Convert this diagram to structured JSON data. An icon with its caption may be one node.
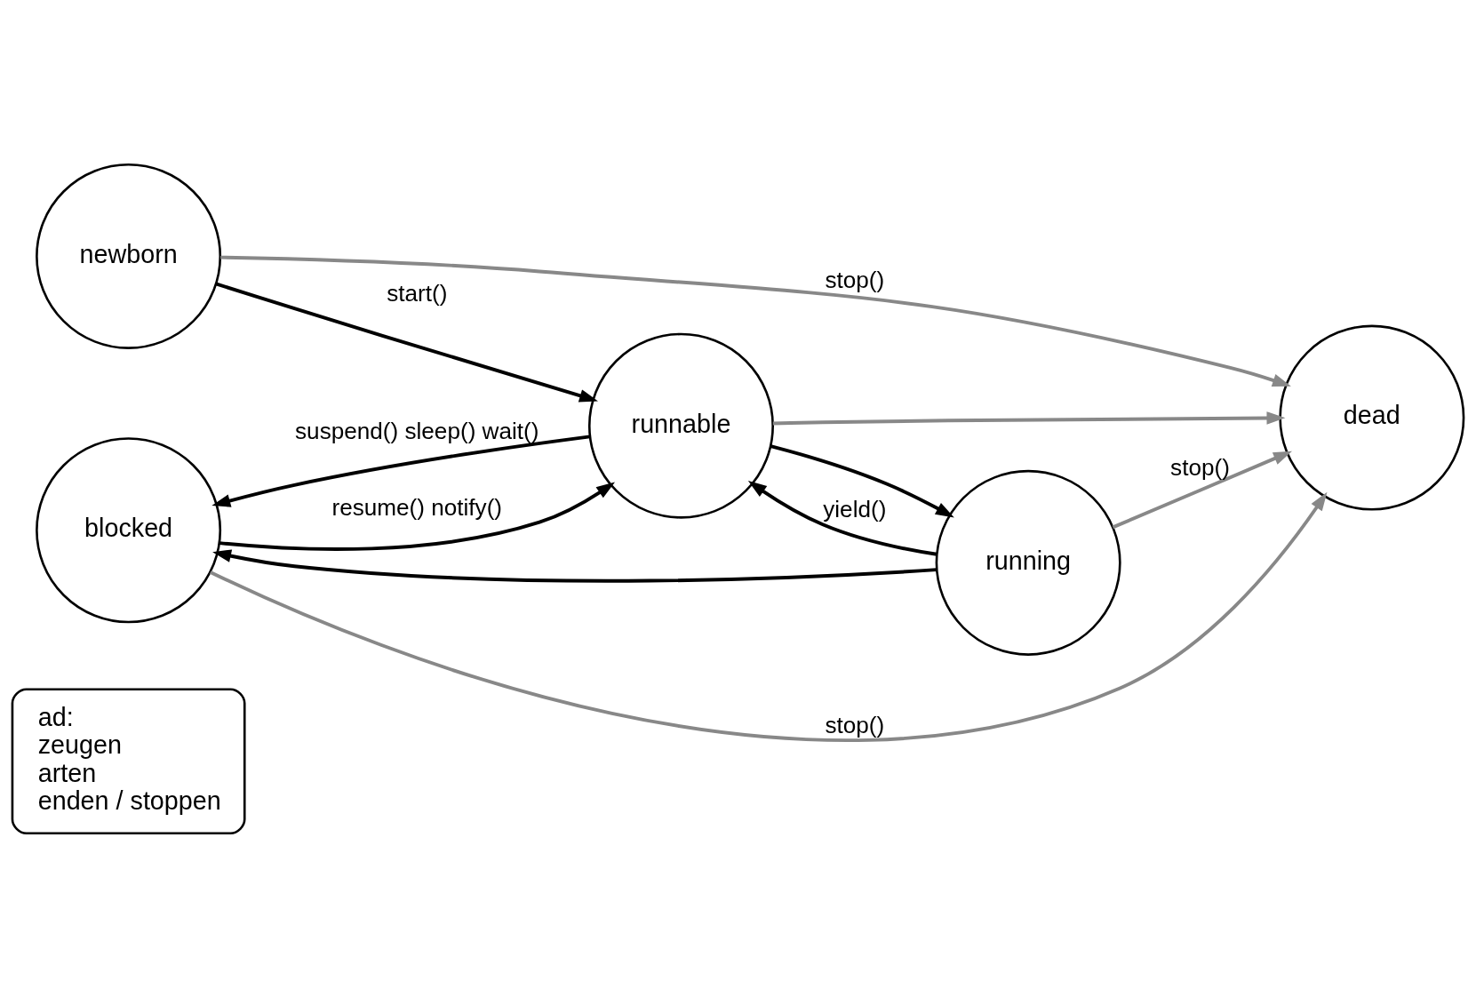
{
  "diagram": {
    "nodes": [
      {
        "text": [
          "ad:",
          "zeugen",
          "arten",
          "enden / stoppen"
        ]
      },
      {
        "text": [
          "blocked"
        ]
      },
      {
        "text": [
          "dead"
        ]
      },
      {
        "text": [
          "newborn"
        ]
      },
      {
        "text": [
          "runnable"
        ]
      },
      {
        "text": [
          "running"
        ]
      }
    ],
    "edges": [
      {
        "from": 1,
        "to": 2,
        "arrow": "to",
        "label": "stop()",
        "color": "#888888"
      },
      {
        "from": 3,
        "to": 2,
        "arrow": "to",
        "label": "stop()",
        "color": "#888888"
      },
      {
        "from": 4,
        "to": 2,
        "arrow": "to",
        "color": "#888888"
      },
      {
        "from": 5,
        "to": 2,
        "arrow": "to",
        "label": "stop()",
        "color": "#888888"
      },
      {
        "from": 1,
        "to": 4,
        "arrow": "to",
        "label": "resume() notify()"
      },
      {
        "from": 4,
        "to": 1,
        "arrow": "to",
        "label": "suspend() sleep() wait()"
      },
      {
        "from": 5,
        "to": 1,
        "arrow": "to"
      },
      {
        "from": 3,
        "to": 4,
        "arrow": "to",
        "label": "start()"
      },
      {
        "from": 4,
        "to": 5,
        "arrow": "to"
      },
      {
        "from": 5,
        "to": 4,
        "arrow": "to",
        "label": "yield()"
      }
    ]
  }
}
